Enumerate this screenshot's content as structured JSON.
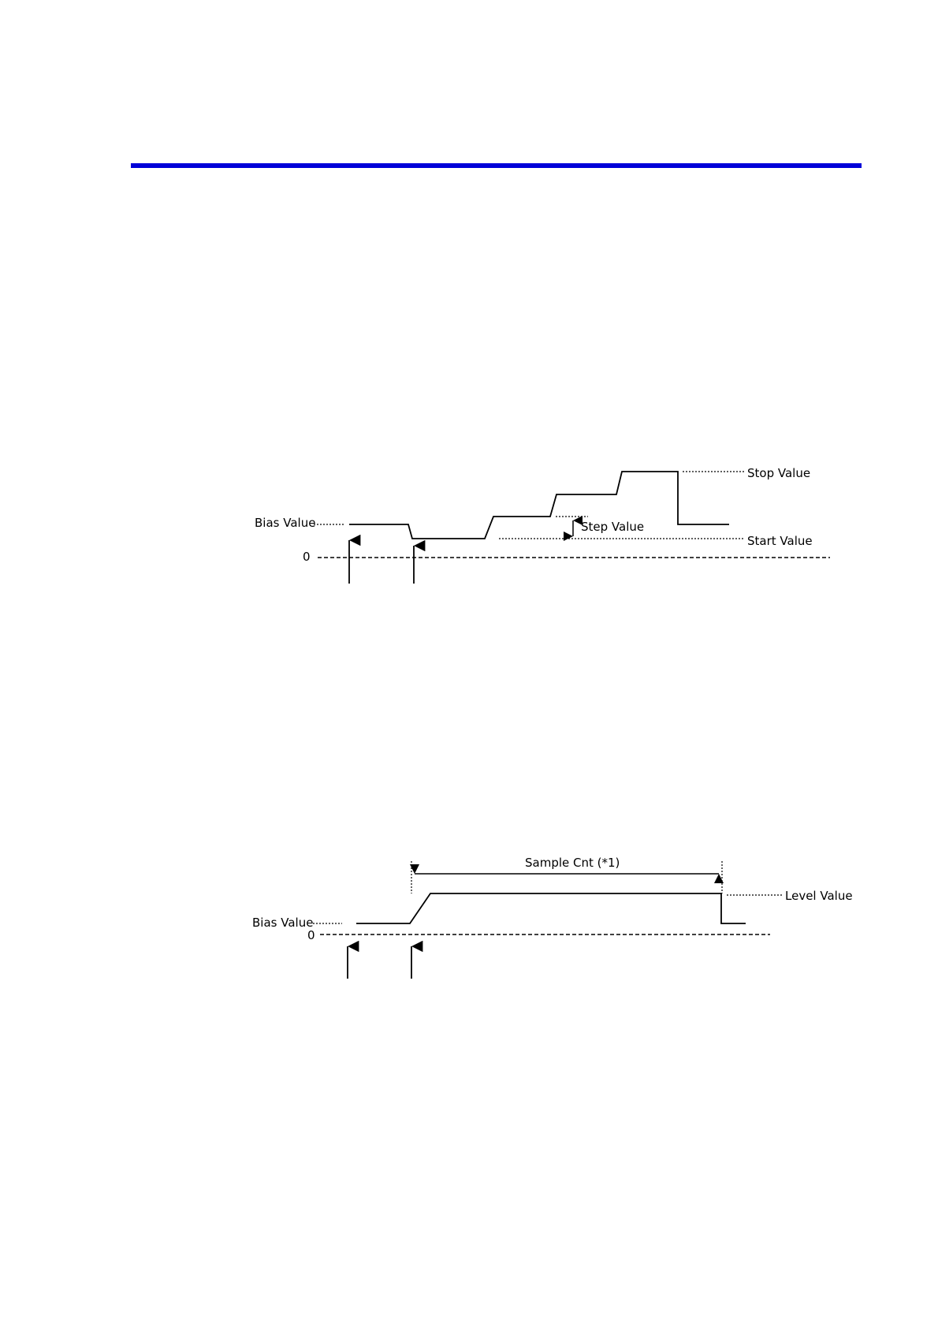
{
  "page": {
    "rule_color": "#0000d8"
  },
  "sweep_diagram": {
    "bias_label": "Bias Value",
    "zero_label": "0",
    "stop_label": "Stop Value",
    "step_label": "Step Value",
    "start_label": "Start Value"
  },
  "pulse_diagram": {
    "bias_label": "Bias Value",
    "zero_label": "0",
    "sample_label": "Sample Cnt  (*1)",
    "level_label": "Level  Value"
  }
}
